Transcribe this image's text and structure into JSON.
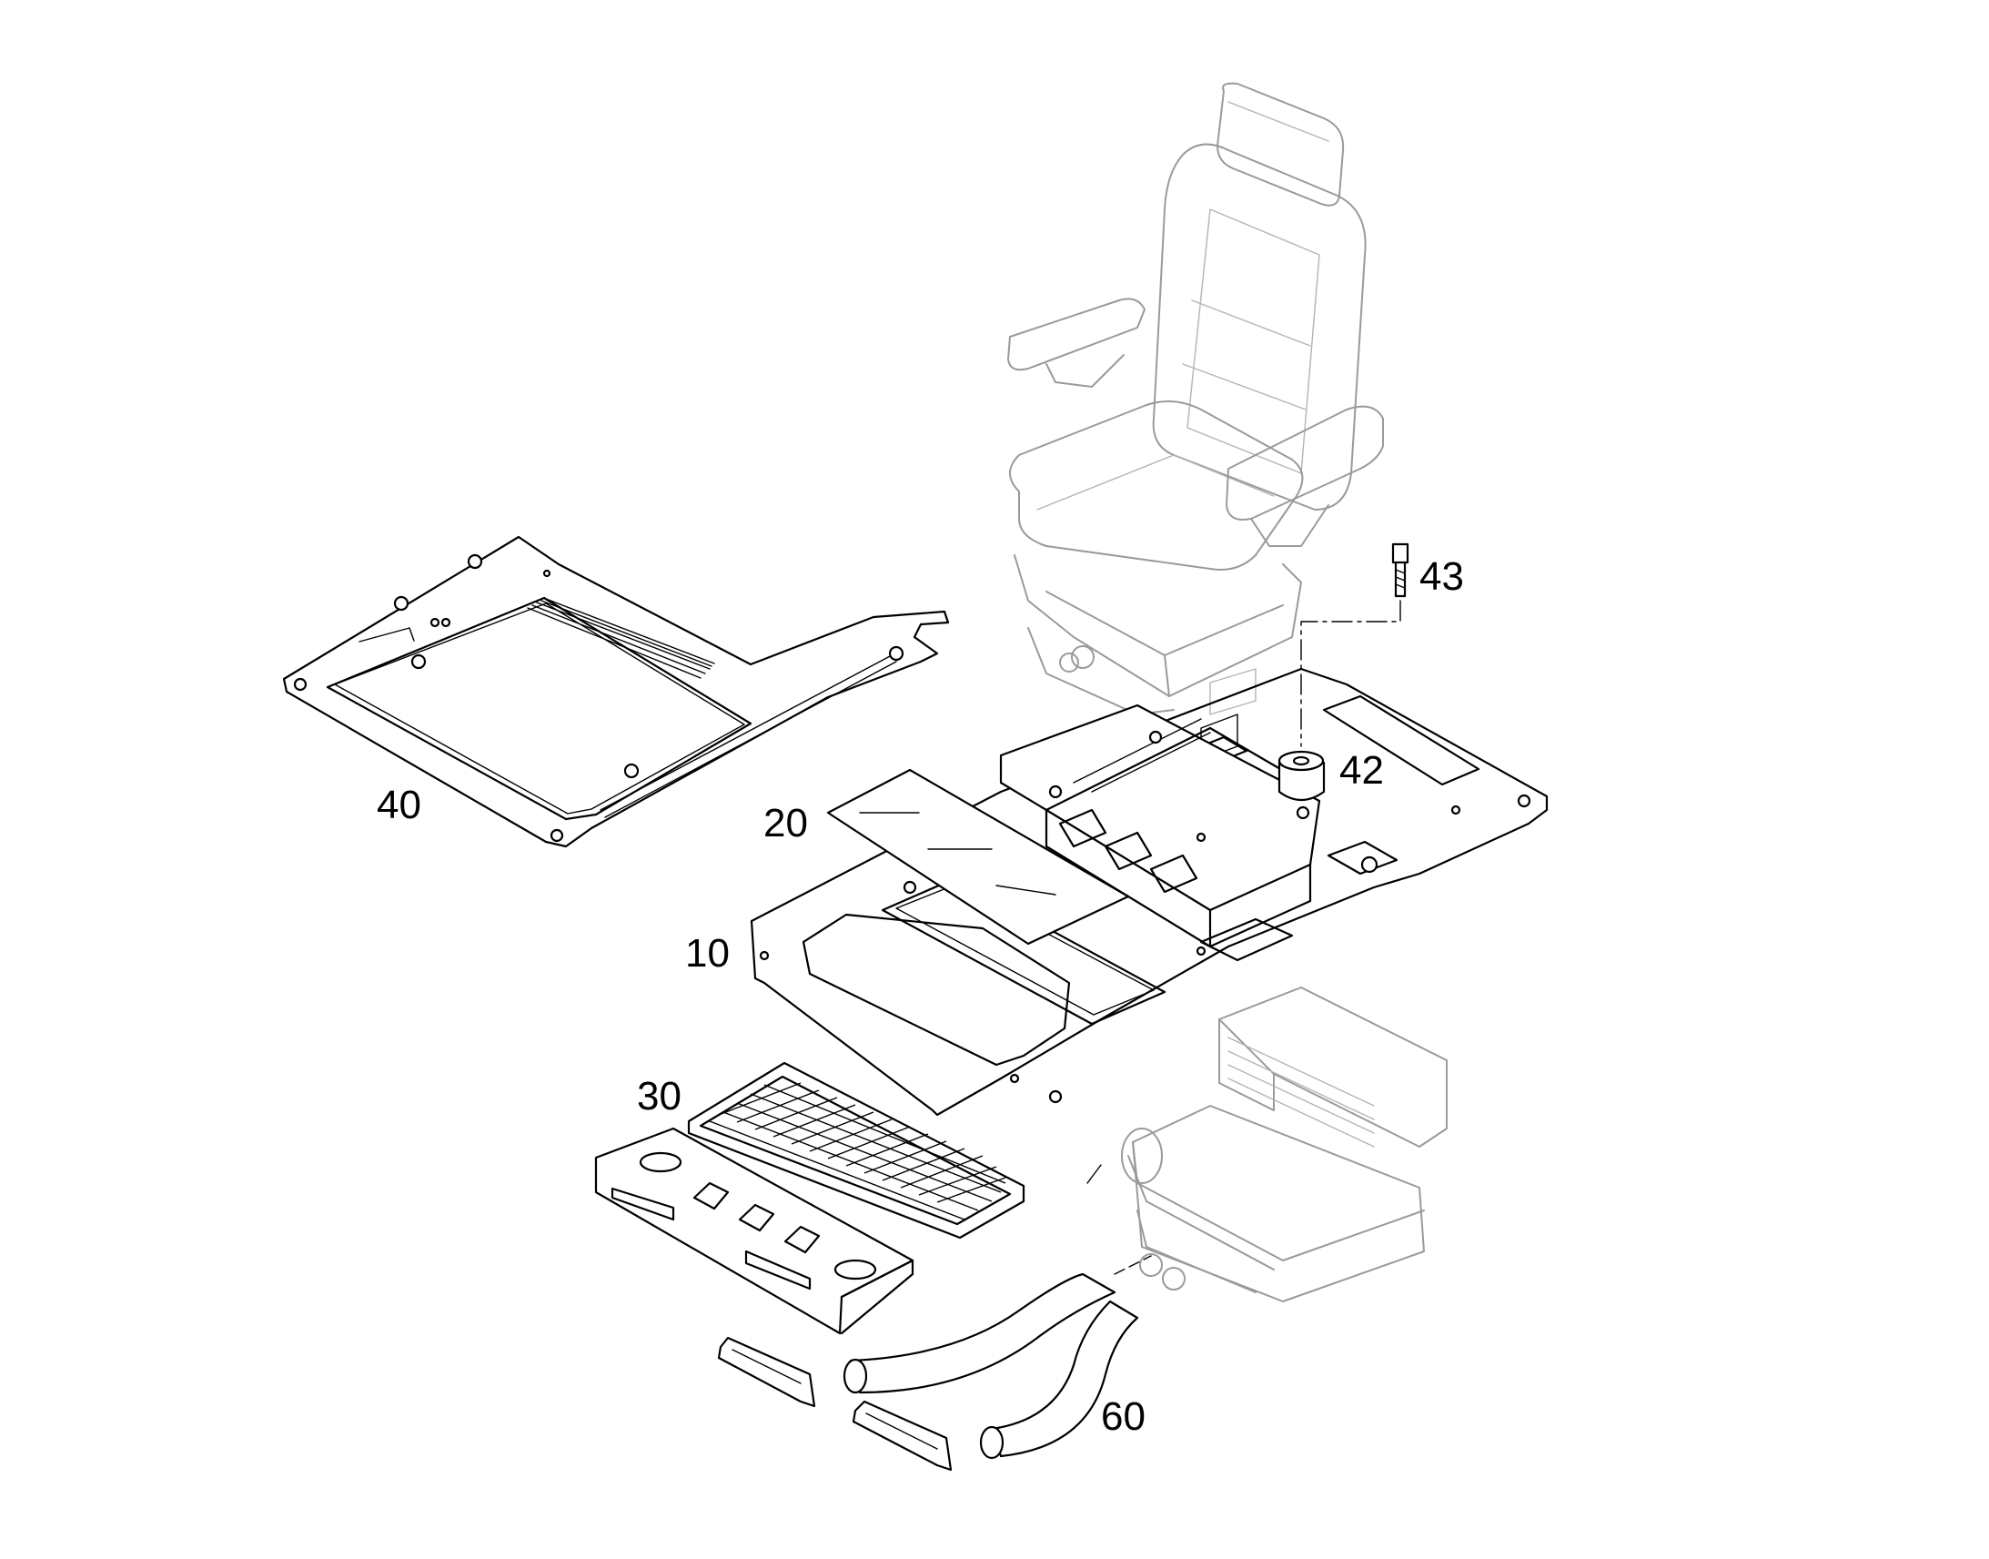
{
  "callouts": [
    {
      "id": "43",
      "label": "43"
    },
    {
      "id": "42",
      "label": "42"
    },
    {
      "id": "40",
      "label": "40"
    },
    {
      "id": "20",
      "label": "20"
    },
    {
      "id": "10",
      "label": "10"
    },
    {
      "id": "30",
      "label": "30"
    },
    {
      "id": "60",
      "label": "60"
    }
  ],
  "colors": {
    "line": "#000000",
    "ghost": "#9a9a9a",
    "background": "#ffffff"
  }
}
